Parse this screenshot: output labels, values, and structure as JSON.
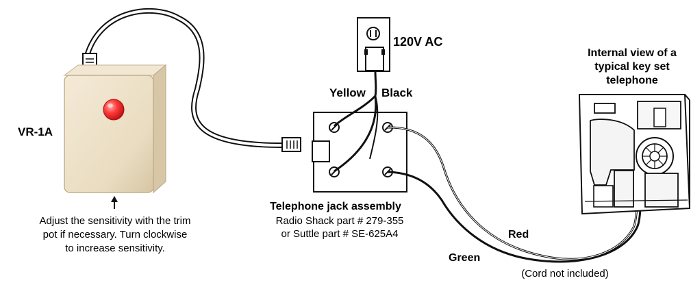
{
  "labels": {
    "power": "120V AC",
    "device": "VR-1A",
    "yellow": "Yellow",
    "black": "Black",
    "phone_title_lines": [
      "Internal view of a",
      "typical key set",
      "telephone"
    ],
    "jack_title": "Telephone jack assembly",
    "jack_part_line1": "Radio Shack part # 279-355",
    "jack_part_line2": "or Suttle part # SE-625A4",
    "sensitivity_lines": [
      "Adjust the sensitivity with the trim",
      "pot if necessary.  Turn clockwise",
      "to increase sensitivity."
    ],
    "red": "Red",
    "green": "Green",
    "cord_note": "(Cord not included)"
  },
  "colors": {
    "device_body": "#e9dcc0",
    "device_side": "#d8c7a6",
    "device_top": "#f1e7d3",
    "red_button": "#ff3b3b",
    "red_button_shadow": "#b91111",
    "line": "#111111",
    "light_fill": "#ffffff",
    "panel_fill": "#f4f4f4"
  },
  "icons": {
    "outlet": "power-outlet-icon",
    "plug": "power-plug-icon",
    "jack": "phone-jack-plate-icon",
    "device": "vr1a-device-icon",
    "phone": "key-set-phone-internal-icon",
    "arrow": "up-arrow-icon"
  }
}
